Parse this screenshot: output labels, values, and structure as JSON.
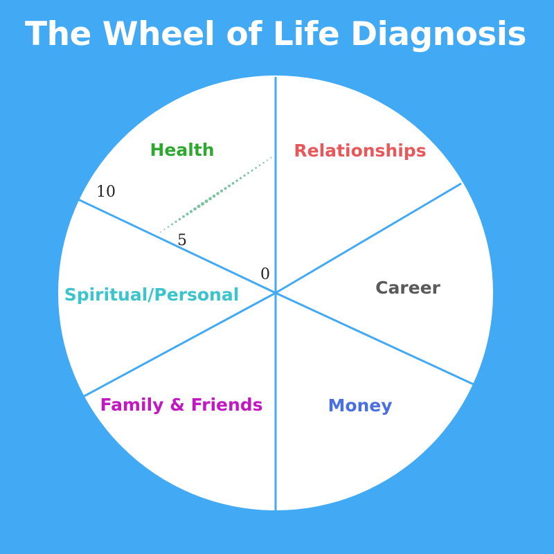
{
  "title": "The Wheel of Life Diagnosis",
  "colors": {
    "background": "#42a9f5",
    "wheel_fill": "#ffffff",
    "divider": "#42a9f5",
    "title": "#ffffff",
    "scale_text": "#222222",
    "dotted_line": "#7ec3a0"
  },
  "segments": [
    {
      "name": "Health",
      "color": "#2fa82f"
    },
    {
      "name": "Relationships",
      "color": "#e8575a"
    },
    {
      "name": "Career",
      "color": "#5a5a5a"
    },
    {
      "name": "Money",
      "color": "#4a6fe0"
    },
    {
      "name": "Family & Friends",
      "color": "#c218c2"
    },
    {
      "name": "Spiritual/Personal",
      "color": "#3cc4cc"
    }
  ],
  "scale": {
    "min_label": "0",
    "mid_label": "5",
    "max_label": "10"
  }
}
